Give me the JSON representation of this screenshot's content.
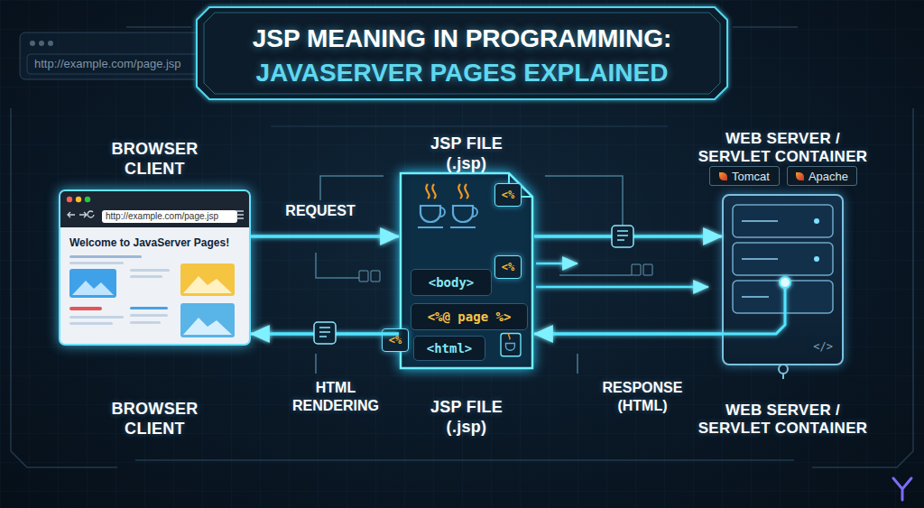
{
  "diagram": {
    "title": "JSP MEANING IN PROGRAMMING: JAVASERVER PAGES EXPLAINED",
    "nodes": [
      {
        "text": [
          "BROWSER CLIENT",
          "http://example.com/page.jsp",
          "Welcome to JavaServer Pages!",
          "BROWSER CLIENT"
        ]
      },
      {
        "text": [
          "JSP FILE (.jsp)",
          "JSP FILE (.jsp)"
        ]
      },
      {
        "text": [
          "<%"
        ],
        "in": 1
      },
      {
        "text": [
          "<body>"
        ],
        "in": 1
      },
      {
        "text": [
          "<%"
        ],
        "in": 1
      },
      {
        "text": [
          "<%@ page %>"
        ],
        "in": 1
      },
      {
        "text": [
          "<%"
        ],
        "in": 1
      },
      {
        "text": [
          "<html>"
        ],
        "in": 1
      },
      {
        "text": [
          "WEB SERVER / SERVLET CONTAINER",
          "</>",
          "WEB SERVER / SERVLET CONTAINER"
        ]
      },
      {
        "text": [
          "Tomcat"
        ]
      },
      {
        "text": [
          "Apache"
        ]
      }
    ],
    "edges": [
      {
        "from": 0,
        "to": 1,
        "label": "REQUEST",
        "arrow": "to"
      },
      {
        "from": 1,
        "to": 8,
        "arrow": "to"
      },
      {
        "from": 8,
        "to": 1,
        "label": "RESPONSE (HTML)",
        "arrow": "to"
      },
      {
        "from": 1,
        "to": 0,
        "label": "HTML RENDERING",
        "arrow": "to"
      }
    ],
    "labels": [
      "http://example.com/page.jsp"
    ]
  }
}
